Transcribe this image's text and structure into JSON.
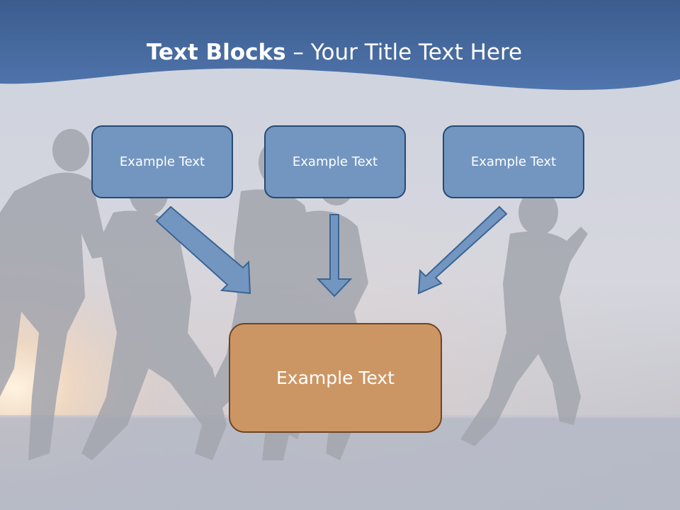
{
  "title": {
    "bold": "Text Blocks",
    "dash": " – ",
    "rest": "Your Title Text Here"
  },
  "diagram": {
    "top_boxes": [
      "Example Text",
      "Example Text",
      "Example Text"
    ],
    "bottom_box": "Example Text"
  },
  "colors": {
    "header_blue": "#4a6fa5",
    "top_box_fill": "#7396c1",
    "top_box_border": "#264a73",
    "bottom_box_fill": "#cc9664",
    "bottom_box_border": "#6d4424",
    "arrow_fill": "#7396c1"
  },
  "background": {
    "icon": "runners-silhouette-sunset-photo"
  }
}
